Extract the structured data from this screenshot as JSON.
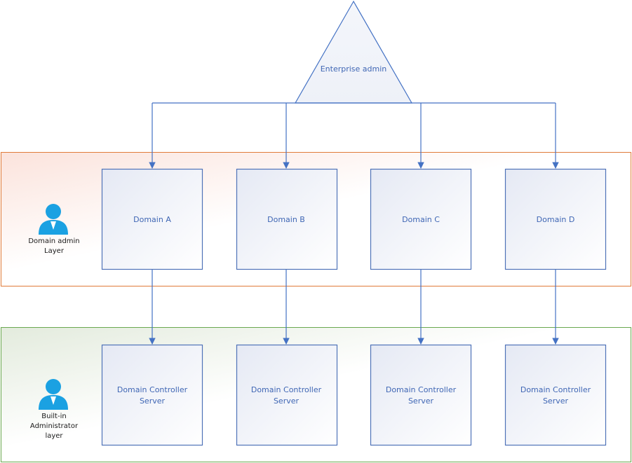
{
  "enterprise": {
    "label": "Enterprise admin"
  },
  "domain_layer": {
    "label_line1": "Domain admin",
    "label_line2": "Layer",
    "domains": [
      "Domain A",
      "Domain B",
      "Domain C",
      "Domain D"
    ]
  },
  "builtin_layer": {
    "label_line1": "Built-in",
    "label_line2": "Administrator",
    "label_line3": "layer",
    "server_line1": "Domain Controller",
    "server_line2": "Server"
  },
  "colors": {
    "line": "#4472c4",
    "box_border": "#4f73b8",
    "text": "#3f66b4",
    "orange_border": "#e07b39",
    "green_border": "#6aa84f",
    "person": "#1ba1e2"
  }
}
